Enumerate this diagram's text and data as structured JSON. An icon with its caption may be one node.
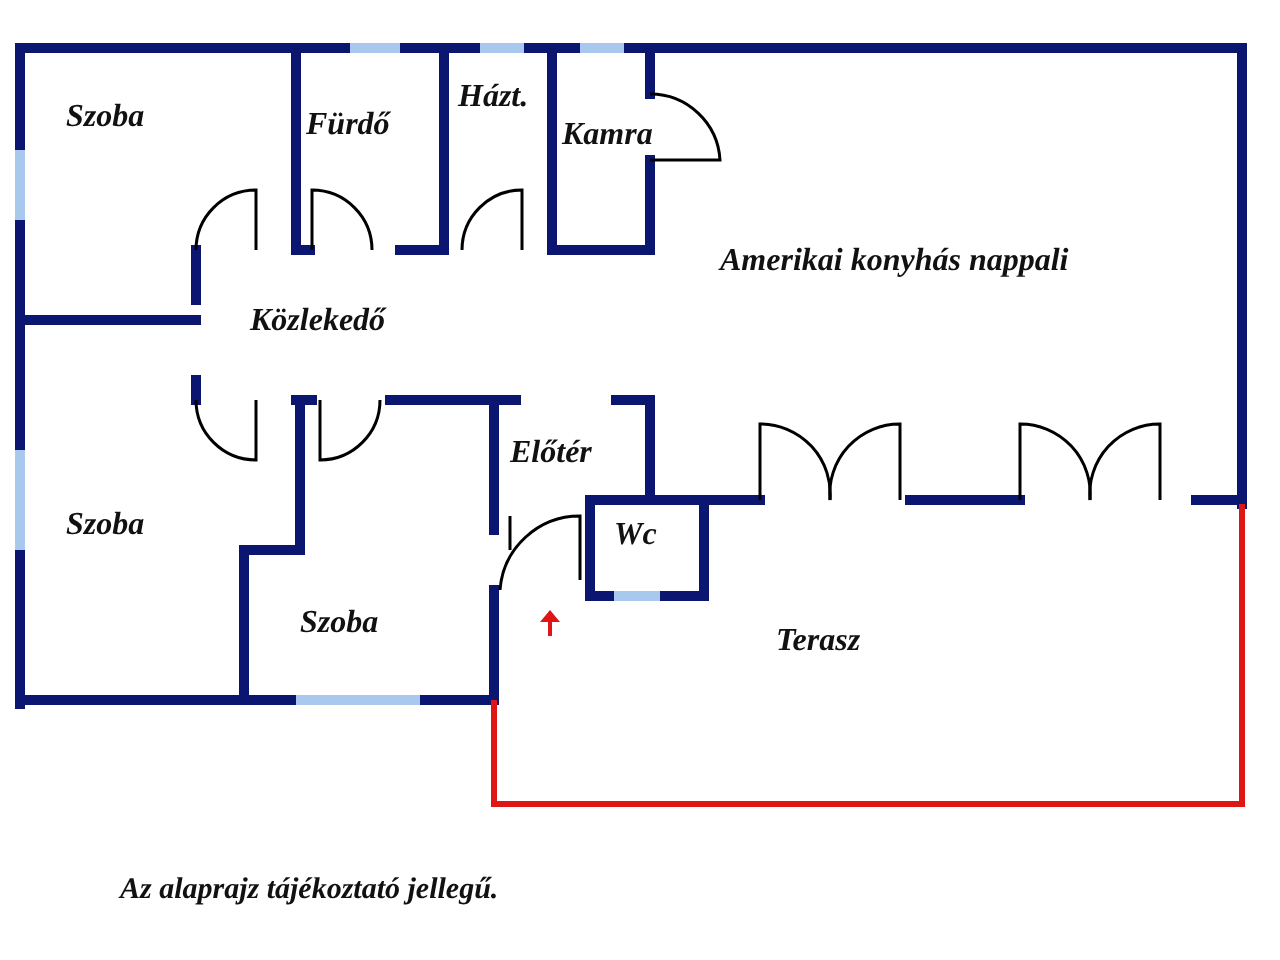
{
  "diagram": {
    "caption": "Az alaprajz tájékoztató jellegű.",
    "labels": [
      "Szoba",
      "Fürdő",
      "Házt.",
      "Kamra",
      "Amerikai konyhás nappali",
      "Közlekedő",
      "Előtér",
      "Szoba",
      "Wc",
      "Szoba",
      "Terasz"
    ]
  }
}
